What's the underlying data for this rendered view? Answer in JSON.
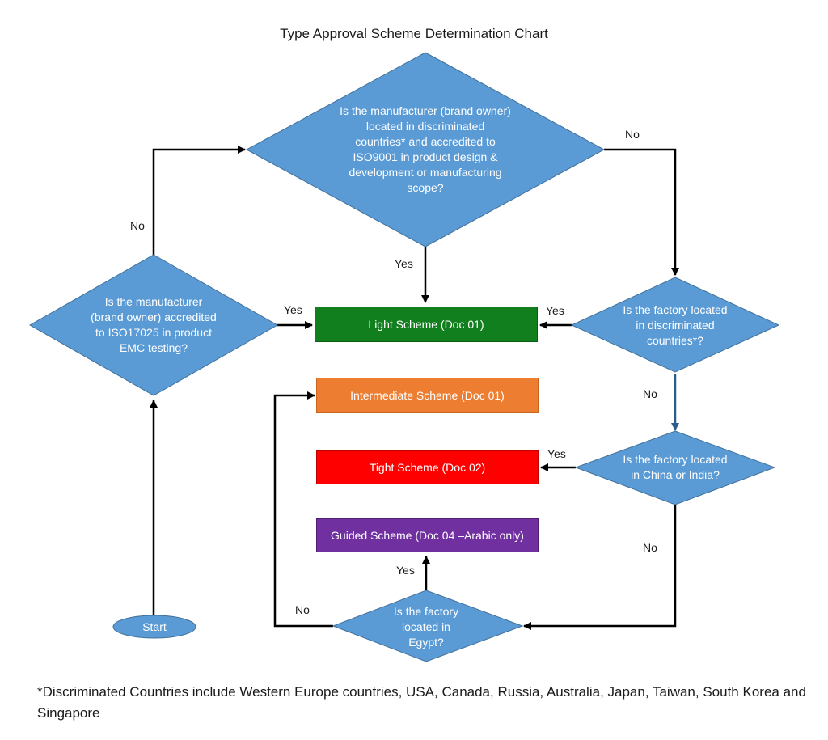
{
  "title": "Type Approval Scheme Determination Chart",
  "colors": {
    "decision": "#5b9bd5",
    "light": "#127f1f",
    "intermediate": "#ed7d31",
    "tight": "#ff0000",
    "guided": "#7030a0",
    "arrow": "#000000",
    "arrow_blue": "#2e5c8a"
  },
  "nodes": {
    "start": "Start",
    "q_brand_iso17025": "Is the manufacturer (brand owner) accredited to ISO17025 in product EMC testing?",
    "q_brand_iso9001": "Is the manufacturer (brand owner) located in discriminated countries* and accredited to ISO9001 in product design & development or manufacturing scope?",
    "q_factory_discriminated": "Is the factory located in discriminated countries*?",
    "q_factory_china_india": "Is the factory located in China or India?",
    "q_factory_egypt": "Is the factory located in Egypt?",
    "light": "Light Scheme (Doc 01)",
    "intermediate": "Intermediate Scheme (Doc 01)",
    "tight": "Tight Scheme (Doc 02)",
    "guided": "Guided Scheme (Doc 04 –Arabic only)"
  },
  "edge_labels": {
    "no_17025": "No",
    "yes_17025": "Yes",
    "no_9001": "No",
    "yes_9001": "Yes",
    "yes_factory_disc": "Yes",
    "no_factory_disc": "No",
    "yes_china_india": "Yes",
    "no_china_india": "No",
    "yes_egypt": "Yes",
    "no_egypt": "No"
  },
  "footnote": "*Discriminated Countries include Western Europe countries, USA, Canada, Russia, Australia, Japan, Taiwan, South Korea and Singapore"
}
